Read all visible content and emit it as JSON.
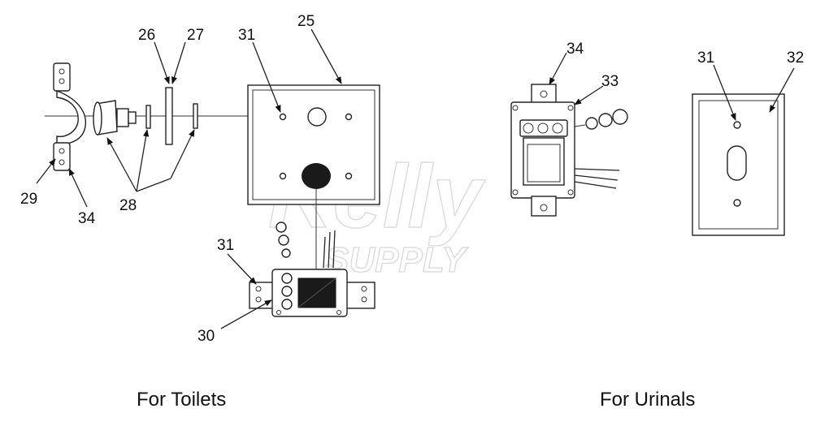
{
  "watermark": {
    "main": "Kelly",
    "sub": "SUPPLY"
  },
  "captions": {
    "toilets": "For Toilets",
    "urinals": "For Urinals"
  },
  "callouts": {
    "c25": "25",
    "c26": "26",
    "c27": "27",
    "c28": "28",
    "c29": "29",
    "c30": "30",
    "c31a": "31",
    "c31b": "31",
    "c31c": "31",
    "c32": "32",
    "c33": "33",
    "c34a": "34",
    "c34b": "34"
  },
  "colors": {
    "line": "#222222",
    "sensor": "#111111",
    "watermark": "#d9d9d9"
  }
}
